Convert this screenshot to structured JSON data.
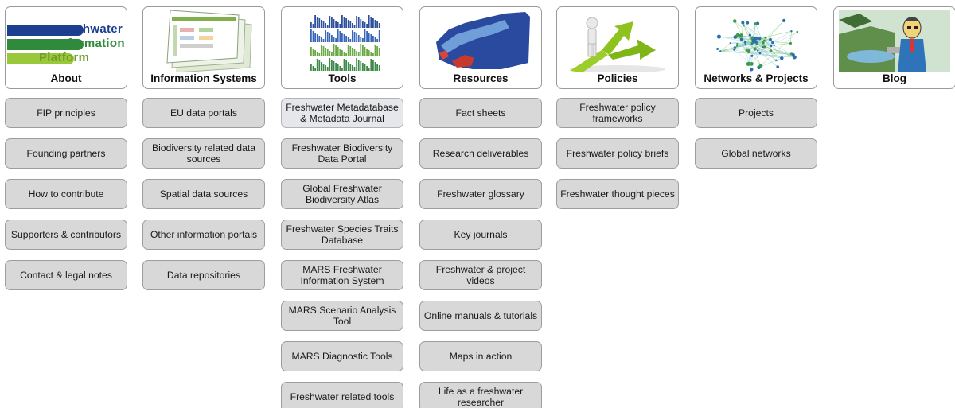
{
  "columns": [
    {
      "title": "About",
      "logo": {
        "line1": "Freshwater",
        "line2": "Information",
        "line3": "Platform"
      },
      "items": [
        "FIP principles",
        "Founding partners",
        "How to contribute",
        "Supporters & contributors",
        "Contact & legal notes"
      ]
    },
    {
      "title": "Information Systems",
      "items": [
        "EU data portals",
        "Biodiversity related data sources",
        "Spatial data sources",
        "Other information portals",
        "Data repositories"
      ]
    },
    {
      "title": "Tools",
      "items": [
        "Freshwater Metadatabase & Metadata Journal",
        "Freshwater Biodiversity Data Portal",
        "Global Freshwater Biodiversity Atlas",
        "Freshwater Species Traits Database",
        "MARS Freshwater Information System",
        "MARS Scenario Analysis Tool",
        "MARS Diagnostic Tools",
        "Freshwater related tools"
      ]
    },
    {
      "title": "Resources",
      "items": [
        "Fact sheets",
        "Research deliverables",
        "Freshwater glossary",
        "Key journals",
        "Freshwater & project videos",
        "Online manuals & tutorials",
        "Maps in action",
        "Life as a freshwater researcher"
      ]
    },
    {
      "title": "Policies",
      "items": [
        "Freshwater policy frameworks",
        "Freshwater policy briefs",
        "Freshwater thought pieces"
      ]
    },
    {
      "title": "Networks & Projects",
      "items": [
        "Projects",
        "Global networks"
      ]
    },
    {
      "title": "Blog",
      "items": []
    }
  ],
  "colors": {
    "button_bg": "#d8d8d8",
    "button_active_bg": "#e5e7ea",
    "logo_blue": "#1d3f8f",
    "logo_green_dark": "#2f8a3c",
    "logo_green_light": "#9ac83b"
  },
  "icons": {
    "about": "fip-logo",
    "information_systems": "stacked-screens-image",
    "tools": "bar-chart-image",
    "resources": "europe-map-image",
    "policies": "crossroads-arrow-image",
    "networks": "network-graph-image",
    "blog": "cartoon-presenter-image"
  }
}
